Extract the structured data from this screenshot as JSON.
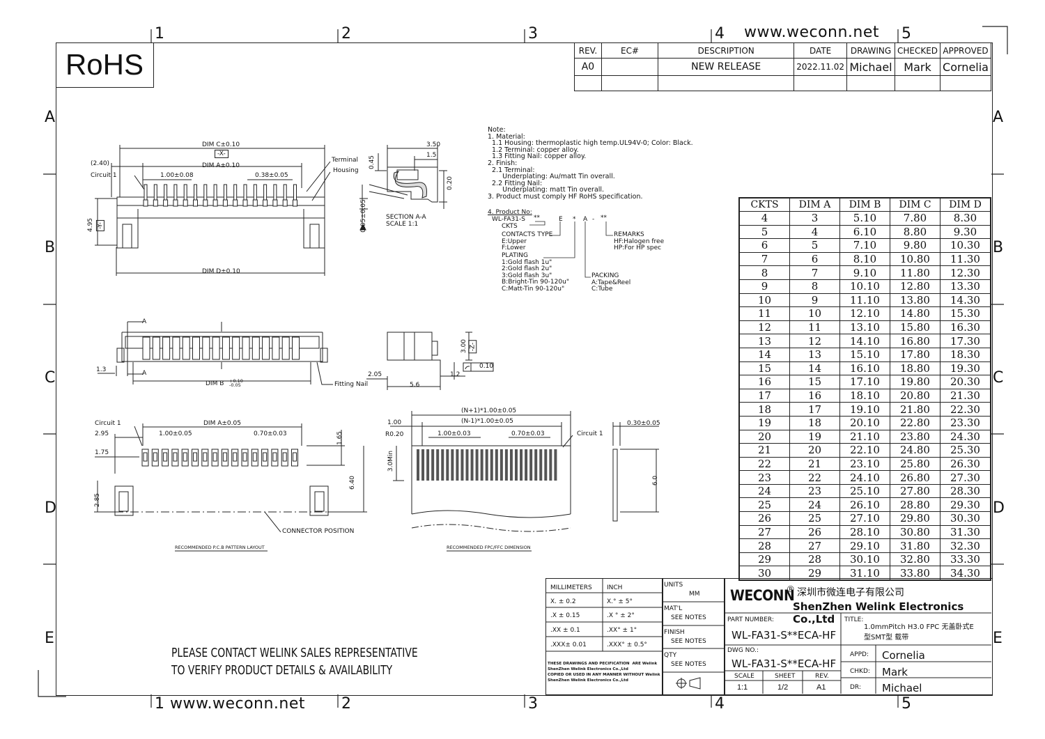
{
  "rohs_label": "RoHS",
  "website_top": "www.weconn.net",
  "website_bottom": "www.weconn.net",
  "zones": {
    "columns": [
      "1",
      "2",
      "3",
      "4",
      "5"
    ],
    "rows": [
      "A",
      "B",
      "C",
      "D",
      "E"
    ]
  },
  "revision_table": {
    "headers": [
      "REV.",
      "EC#",
      "DESCRIPTION",
      "DATE",
      "DRAWING",
      "CHECKED",
      "APPROVED"
    ],
    "rows": [
      [
        "A0",
        "",
        "NEW RELEASE",
        "2022.11.02",
        "Michael",
        "Mark",
        "Cornelia"
      ]
    ]
  },
  "notes": "Note:\n1. Material:\n  1.1 Housing: thermoplastic high temp.UL94V-0; Color: Black.\n  1.2 Terminal: copper alloy.\n  1.3 Fitting Nail: copper alloy.\n2. Finish:\n  2.1 Terminal:\n       Underplating: Au/matt Tin overall.\n  2.2 Fitting Nail:\n       Underplating: matt Tin overall.\n3. Product must comply HF RoHS specification.",
  "product_no": {
    "heading": "4. Product No:",
    "code": "WL-FA31-S",
    "stars": "**",
    "e": "E",
    "star": "*",
    "a": "A",
    "dash": "-",
    "ckts": "CKTS",
    "contacts_type": "CONTACTS TYPE\nE:Upper\nF:Lower",
    "plating": "PLATING\n1:Gold flash 1u\"\n2:Gold flash 2u\"\n3:Gold flash 3u\"\nB:Bright-Tin 90-120u\"\nC:Matt-Tin 90-120u\"",
    "remarks": "REMARKS\nHF:Halogen free\nHP:For HP spec",
    "packing": "PACKING\nA:Tape&Reel\nC:Tube"
  },
  "dim_table": {
    "headers": [
      "CKTS",
      "DIM A",
      "DIM B",
      "DIM C",
      "DIM D"
    ],
    "rows": [
      [
        "4",
        "3",
        "5.10",
        "7.80",
        "8.30"
      ],
      [
        "5",
        "4",
        "6.10",
        "8.80",
        "9.30"
      ],
      [
        "6",
        "5",
        "7.10",
        "9.80",
        "10.30"
      ],
      [
        "7",
        "6",
        "8.10",
        "10.80",
        "11.30"
      ],
      [
        "8",
        "7",
        "9.10",
        "11.80",
        "12.30"
      ],
      [
        "9",
        "8",
        "10.10",
        "12.80",
        "13.30"
      ],
      [
        "10",
        "9",
        "11.10",
        "13.80",
        "14.30"
      ],
      [
        "11",
        "10",
        "12.10",
        "14.80",
        "15.30"
      ],
      [
        "12",
        "11",
        "13.10",
        "15.80",
        "16.30"
      ],
      [
        "13",
        "12",
        "14.10",
        "16.80",
        "17.30"
      ],
      [
        "14",
        "13",
        "15.10",
        "17.80",
        "18.30"
      ],
      [
        "15",
        "14",
        "16.10",
        "18.80",
        "19.30"
      ],
      [
        "16",
        "15",
        "17.10",
        "19.80",
        "20.30"
      ],
      [
        "17",
        "16",
        "18.10",
        "20.80",
        "21.30"
      ],
      [
        "18",
        "17",
        "19.10",
        "21.80",
        "22.30"
      ],
      [
        "19",
        "18",
        "20.10",
        "22.80",
        "23.30"
      ],
      [
        "20",
        "19",
        "21.10",
        "23.80",
        "24.30"
      ],
      [
        "21",
        "20",
        "22.10",
        "24.80",
        "25.30"
      ],
      [
        "22",
        "21",
        "23.10",
        "25.80",
        "26.30"
      ],
      [
        "23",
        "22",
        "24.10",
        "26.80",
        "27.30"
      ],
      [
        "24",
        "23",
        "25.10",
        "27.80",
        "28.30"
      ],
      [
        "25",
        "24",
        "26.10",
        "28.80",
        "29.30"
      ],
      [
        "26",
        "25",
        "27.10",
        "29.80",
        "30.30"
      ],
      [
        "27",
        "26",
        "28.10",
        "30.80",
        "31.30"
      ],
      [
        "28",
        "27",
        "29.10",
        "31.80",
        "32.30"
      ],
      [
        "29",
        "28",
        "30.10",
        "32.80",
        "33.30"
      ],
      [
        "30",
        "29",
        "31.10",
        "33.80",
        "34.30"
      ]
    ]
  },
  "drawing_labels": {
    "dim_c": "DIM C±0.10",
    "x_ref": "-X-",
    "dim_a": "DIM A±0.10",
    "p240": "(2.40)",
    "circuit1": "Circuit 1",
    "pitch1": "1.00±0.08",
    "pitch2": "0.38±0.05",
    "terminal": "Terminal",
    "housing": "Housing",
    "h495": "4.95",
    "y_ref": "-Y-",
    "dim_d": "DIM D±0.10",
    "s350": "3.50",
    "s15": "1.5",
    "s045": "0.45",
    "s020": "0.20",
    "s005": "0.05±0.05",
    "section": "SECTION A-A",
    "scale": "SCALE    1:1",
    "a_mark": "A",
    "p13": "1.3",
    "dim_b": "DIM B",
    "dim_b_tol": "+0.10 -0.05",
    "fitting_nail": "Fitting Nail",
    "f300": "3.00",
    "z_ref": "-Z-",
    "f010": "0.10",
    "f205": "2.05",
    "f56": "5.6",
    "f12": "1.2",
    "pcb_circuit1": "Circuit 1",
    "pcb_dima": "DIM A±0.05",
    "pcb_295": "2.95",
    "pcb_pitch": "1.00±0.05",
    "pcb_070": "0.70±0.03",
    "pcb_175": "1.75",
    "pcb_165": "1.65",
    "pcb_640": "6.40",
    "pcb_285": "2.85",
    "connector_position": "CONNECTOR POSITION",
    "pcb_title": "RECOMMENDED P.C.B PATTERN LAYOUT",
    "fpc_n1": "(N+1)*1.00±0.05",
    "fpc_nm1": "(N-1)*1.00±0.05",
    "fpc_100": "1.00",
    "fpc_r020": "R0.20",
    "fpc_pitch": "1.00±0.03",
    "fpc_070": "0.70±0.03",
    "fpc_circuit1": "Circuit 1",
    "fpc_30min": "3.0Min",
    "fpc_030": "0.30±0.05",
    "fpc_60": "6.0",
    "fpc_title": "RECOMMENDED FPC/FFC DIMENSION"
  },
  "tolerances": {
    "mm_header": "MILLIMETERS",
    "inch_header": "INCH",
    "rows": [
      [
        "X.  ±  0.2",
        "X.°  ±  5°"
      ],
      [
        ".X  ±  0.15",
        ".X °  ± 2°"
      ],
      [
        ".XX  ±  0.1",
        ".XX°  ± 1°"
      ],
      [
        ".XXX±  0.01",
        ".XXX° ± 0.5°"
      ]
    ],
    "copyright": "THESE DRAWINGS AND PECIFICATION  ARE Welink\nShenZhen Welink Electronics Co.,Ltd\nCOPIED OR USED IN ANY MANNER WITHOUT Welink\nShenZhen Welink Electronics Co.,Ltd"
  },
  "title_block": {
    "units_label": "UNITS",
    "units_value": "MM",
    "matl_label": "MAT'L",
    "matl_value": "SEE NOTES",
    "finish_label": "FINISH",
    "finish_value": "SEE NOTES",
    "qty_label": "QTY",
    "qty_value": "SEE NOTES",
    "company_logo": "WECONN",
    "registered": "®",
    "company_cn": "深圳市微连电子有限公司",
    "company_en": "ShenZhen Welink Electronics Co.,Ltd",
    "part_number_label": "PART NUMBER:",
    "part_number": "WL-FA31-S**ECA-HF",
    "title_label": "TITLE:",
    "title_value": "1.0mmPitch H3.0 FPC 无盖卧式E型SMT型 载带",
    "dwg_label": "DWG NO.:",
    "dwg_no": "WL-FA31-S**ECA-HF",
    "scale_label": "SCALE",
    "scale_value": "1:1",
    "sheet_label": "SHEET",
    "sheet_value": "1/2",
    "rev_label": "REV.",
    "rev_value": "A1",
    "appd_label": "APPD:",
    "appd_value": "Cornelia",
    "chkd_label": "CHKD:",
    "chkd_value": "Mark",
    "dr_label": "DR:",
    "dr_value": "Michael"
  },
  "contact_lines": [
    "PLEASE CONTACT WELINK SALES REPRESENTATIVE",
    "TO VERIFY PRODUCT DETAILS & AVAILABILITY"
  ]
}
